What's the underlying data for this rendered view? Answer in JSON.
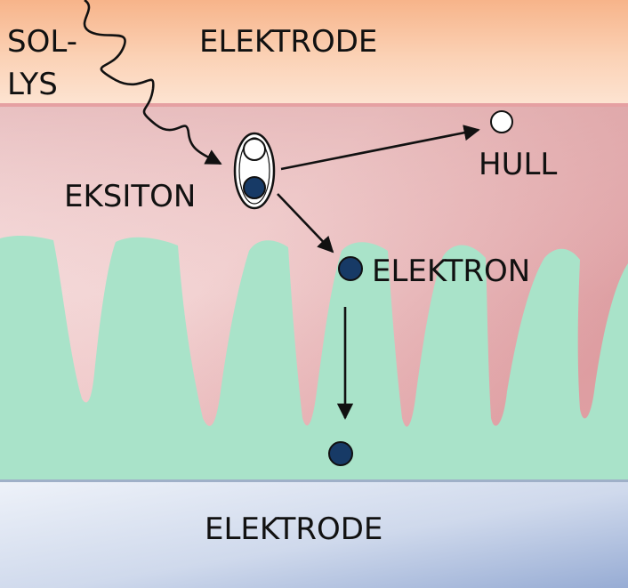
{
  "labels": {
    "sunlight_line1": "SOL-",
    "sunlight_line2": "LYS",
    "top_electrode": "ELEKTRODE",
    "exciton": "EKSITON",
    "hole": "HULL",
    "electron": "ELEKTRON",
    "bottom_electrode": "ELEKTRODE"
  },
  "colors": {
    "top_electrode": "#f7b98a",
    "donor_layer": "#e8b8b8",
    "acceptor_layer": "#a8e2c8",
    "bottom_electrode": "#b7c7e3",
    "electron": "#173a66",
    "hole": "#ffffff",
    "arrow": "#111111"
  }
}
